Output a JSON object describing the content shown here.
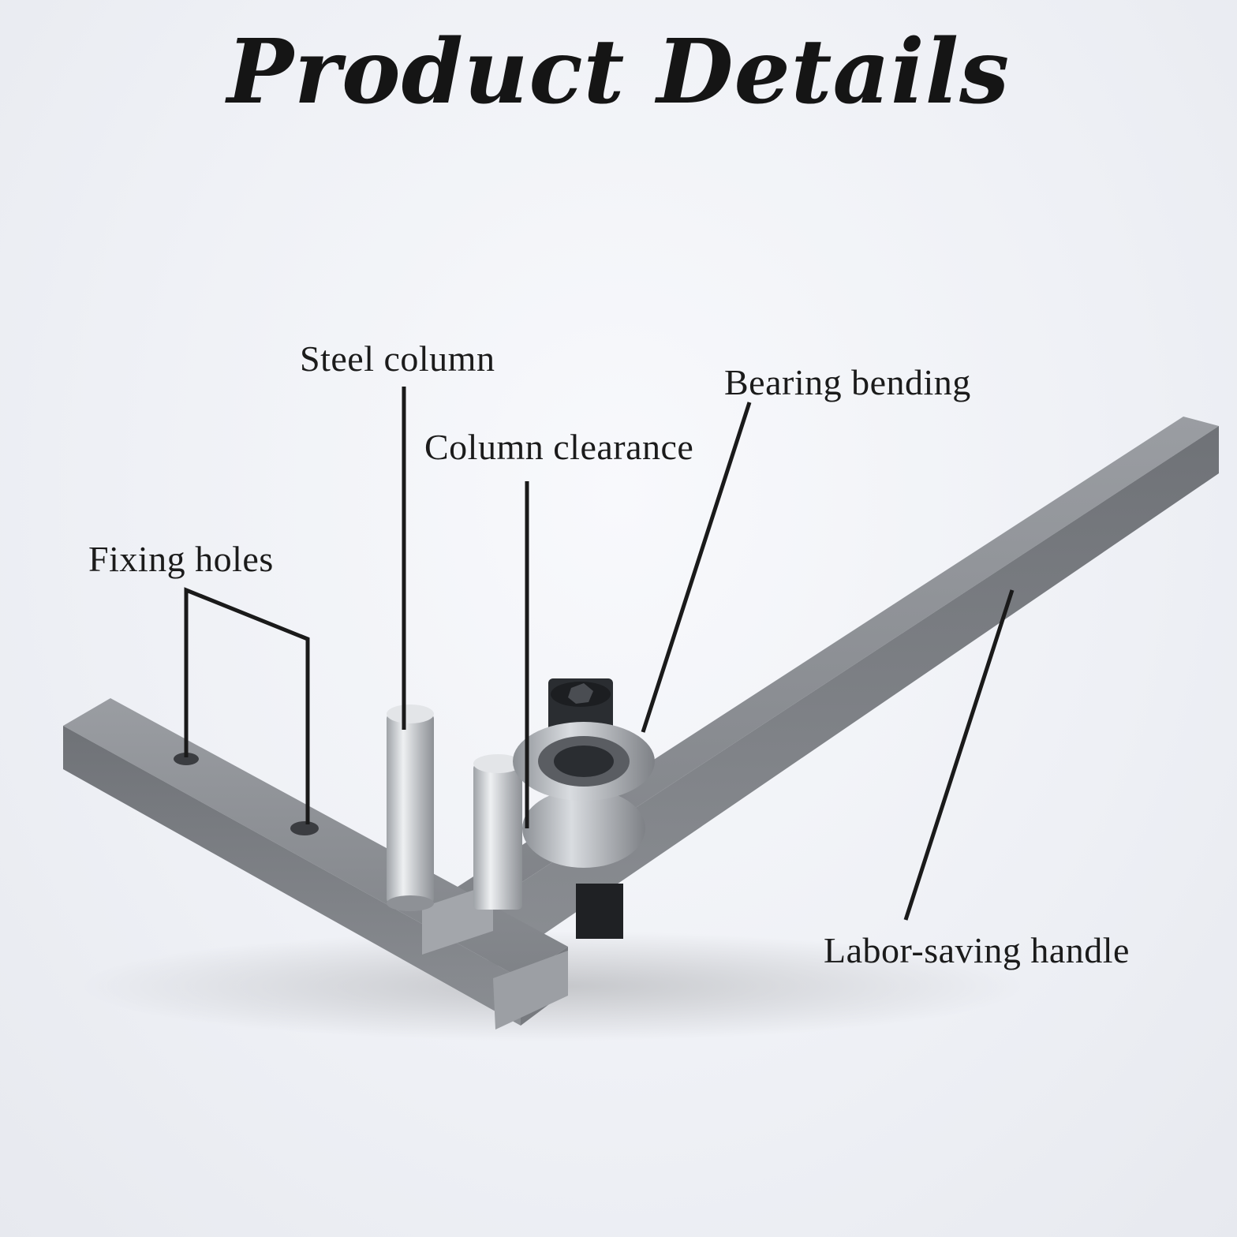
{
  "title": "Product Details",
  "labels": {
    "steel_column": "Steel column",
    "column_clearance": "Column clearance",
    "bearing_bending": "Bearing bending",
    "fixing_holes": "Fixing holes",
    "labor_saving_handle": "Labor-saving handle"
  },
  "colors": {
    "background": "#f3f5f8",
    "metal_bar": "#8a8d92",
    "pin": "#c9ccd0",
    "bearing_bolt": "#2a2d31",
    "callout_line": "#1a1a1a"
  }
}
